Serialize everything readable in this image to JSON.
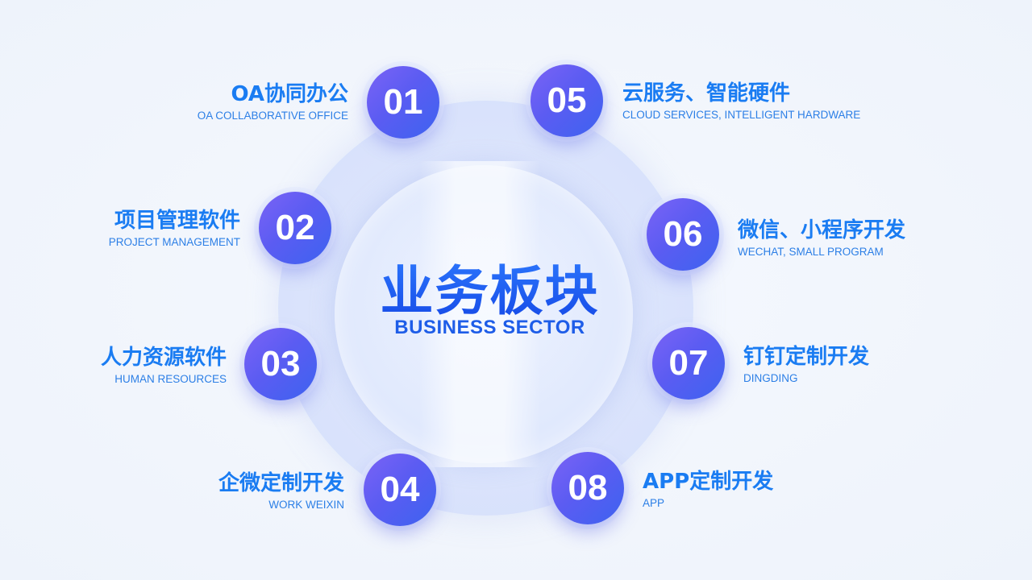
{
  "center": {
    "title": "业务板块",
    "subtitle": "BUSINESS SECTOR"
  },
  "items": [
    {
      "num": "01",
      "title": "OA协同办公",
      "subtitle": "OA COLLABORATIVE OFFICE"
    },
    {
      "num": "02",
      "title": "项目管理软件",
      "subtitle": "PROJECT MANAGEMENT"
    },
    {
      "num": "03",
      "title": "人力资源软件",
      "subtitle": "HUMAN RESOURCES"
    },
    {
      "num": "04",
      "title": "企微定制开发",
      "subtitle": "WORK WEIXIN"
    },
    {
      "num": "05",
      "title": "云服务、智能硬件",
      "subtitle": "CLOUD SERVICES, INTELLIGENT HARDWARE"
    },
    {
      "num": "06",
      "title": "微信、小程序开发",
      "subtitle": "WECHAT, SMALL PROGRAM"
    },
    {
      "num": "07",
      "title": "钉钉定制开发",
      "subtitle": "DINGDING"
    },
    {
      "num": "08",
      "title": "APP定制开发",
      "subtitle": "APP"
    }
  ],
  "colors": {
    "accent": "#1a7cf2",
    "node_gradient_start": "#7b63f6",
    "node_gradient_end": "#3d63f0",
    "title": "#1a5cf0"
  }
}
